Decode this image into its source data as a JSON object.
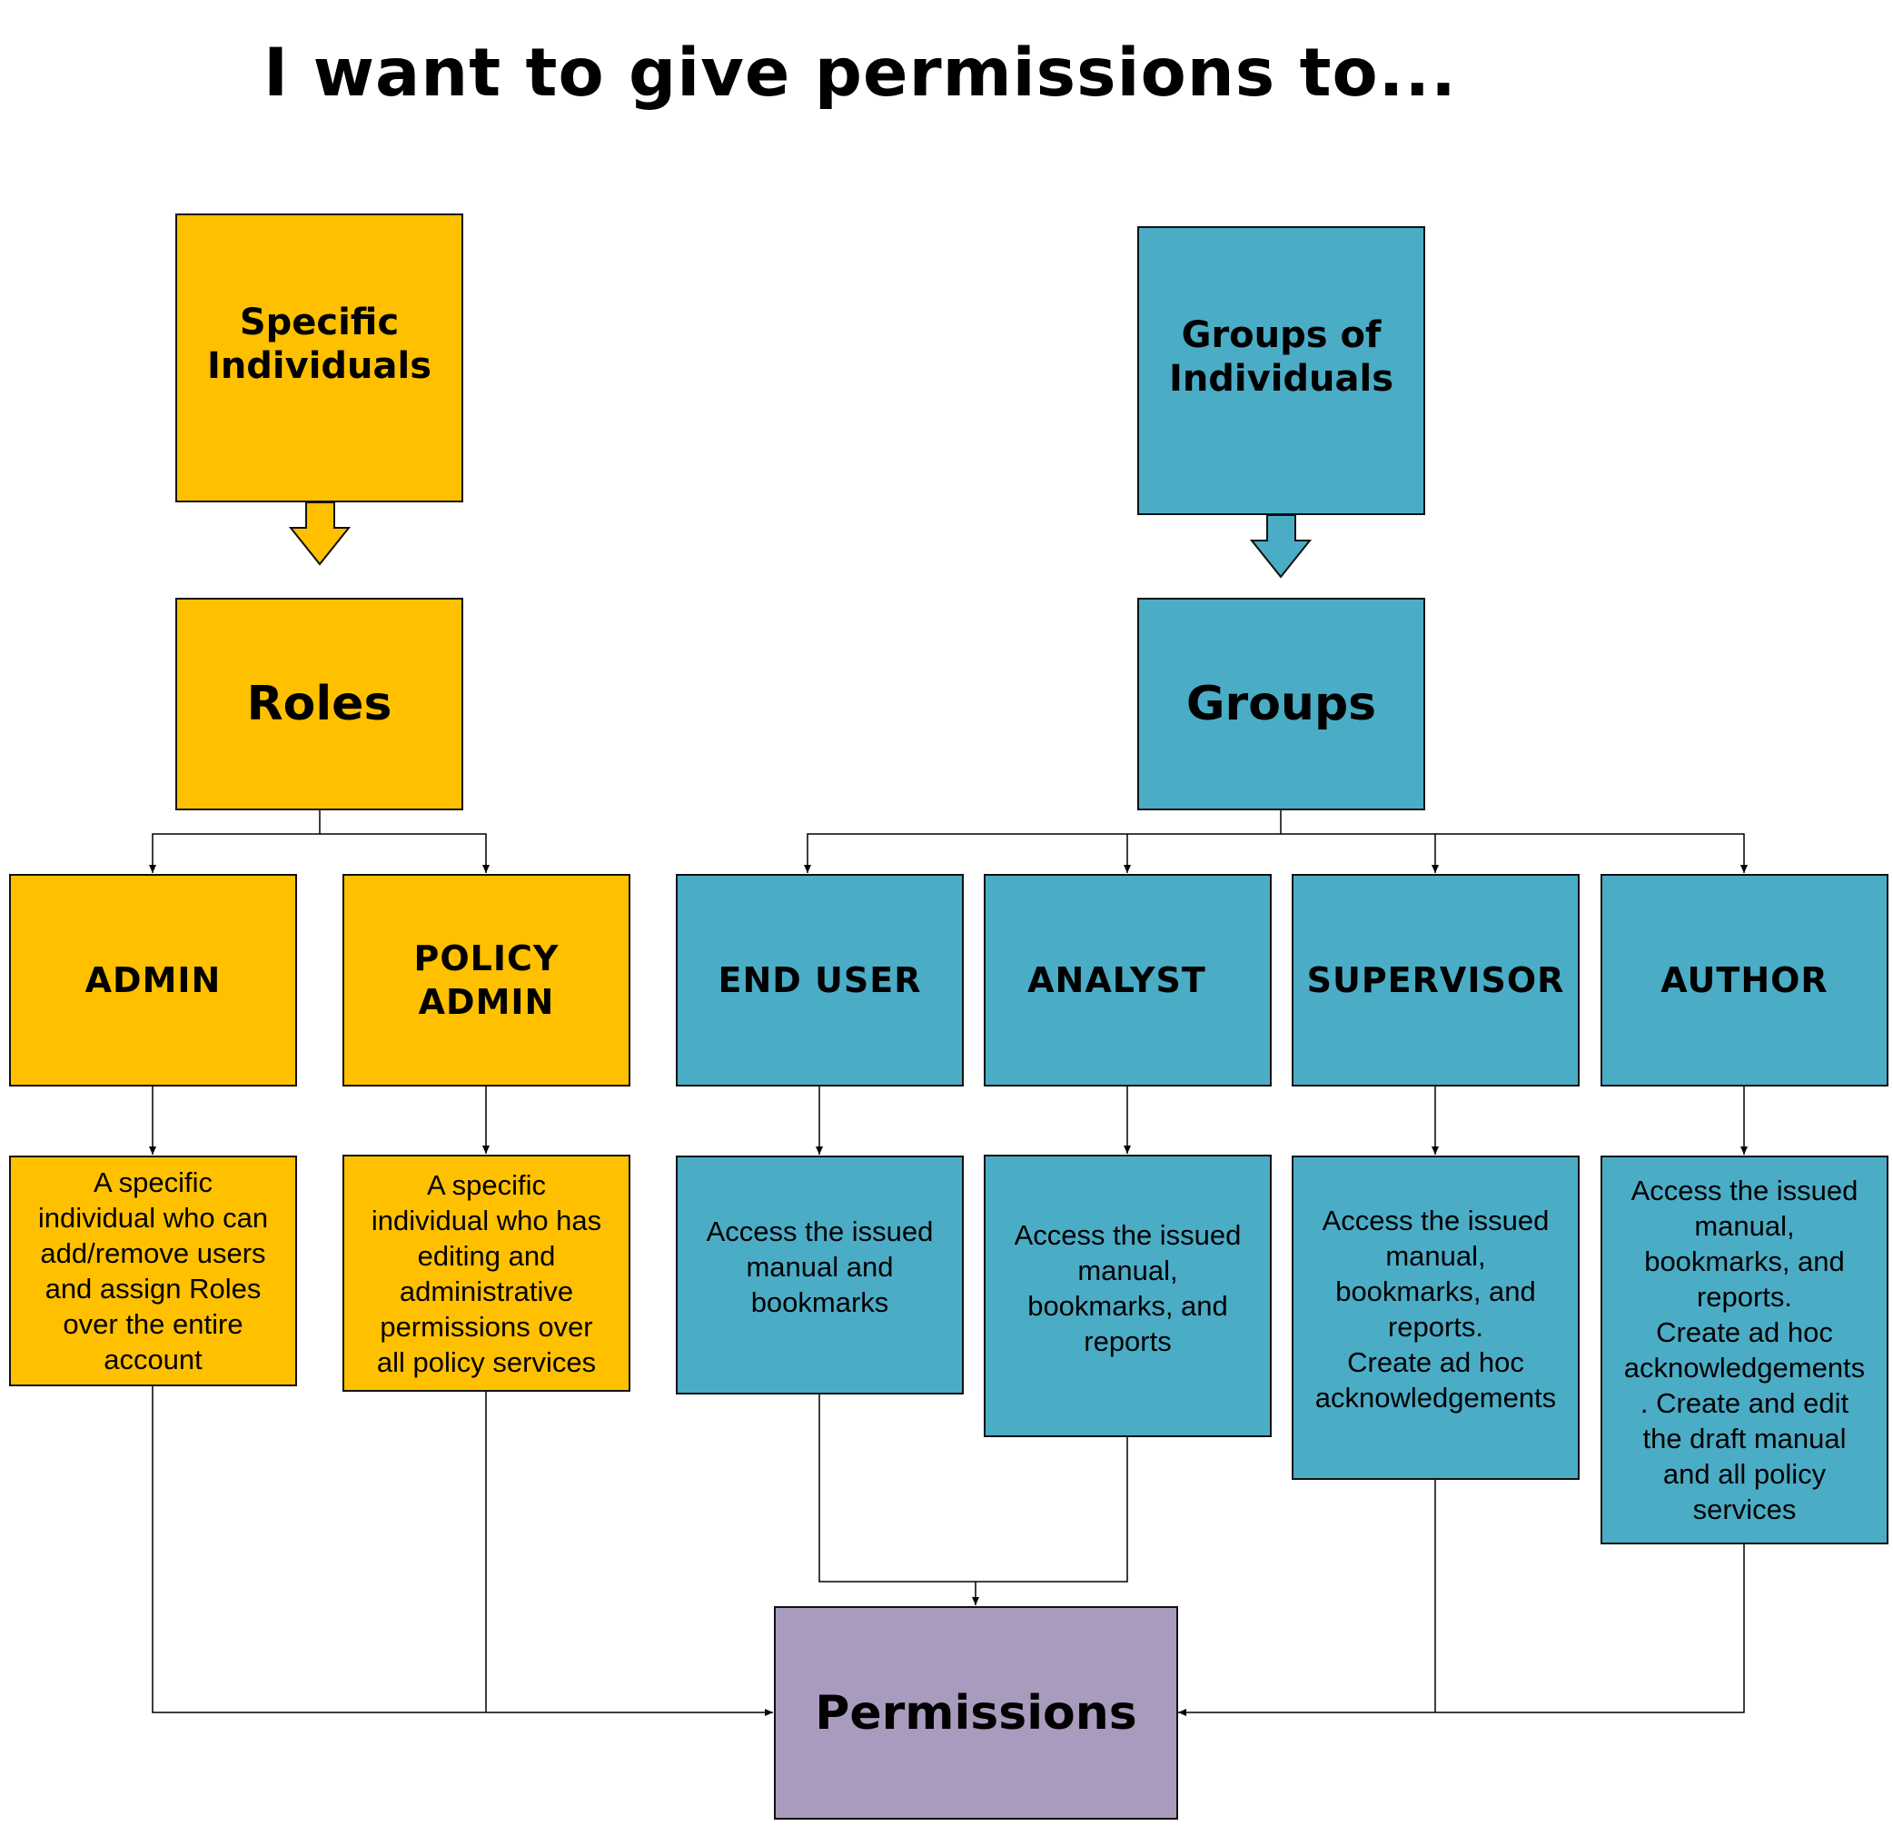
{
  "title": "I want to give permissions to...",
  "colors": {
    "roles": "#FFC000",
    "groups": "#4BACC6",
    "permissions": "#A99BBD",
    "lines": "#000000"
  },
  "left": {
    "header": "Specific\nIndividuals",
    "category": "Roles",
    "roles": [
      {
        "name": "ADMIN",
        "description": "A specific\nindividual who can\nadd/remove users\nand assign Roles\nover the entire\naccount"
      },
      {
        "name": "POLICY\nADMIN",
        "description": "A specific\nindividual who has\nediting and\nadministrative\npermissions over\nall policy services"
      }
    ]
  },
  "right": {
    "header": "Groups of\nIndividuals",
    "category": "Groups",
    "groups": [
      {
        "name": "END USER",
        "description": "Access the issued\nmanual and\nbookmarks"
      },
      {
        "name": "ANALYST",
        "description": "Access the issued\nmanual,\nbookmarks, and\nreports"
      },
      {
        "name": "SUPERVISOR",
        "description": "Access the issued\nmanual,\nbookmarks, and\nreports.\nCreate ad hoc\nacknowledgements"
      },
      {
        "name": "AUTHOR",
        "description": "Access the issued\nmanual,\nbookmarks, and\nreports.\nCreate ad hoc\nacknowledgements\n.  Create and edit\nthe draft manual\nand all policy\nservices"
      }
    ]
  },
  "result": "Permissions"
}
